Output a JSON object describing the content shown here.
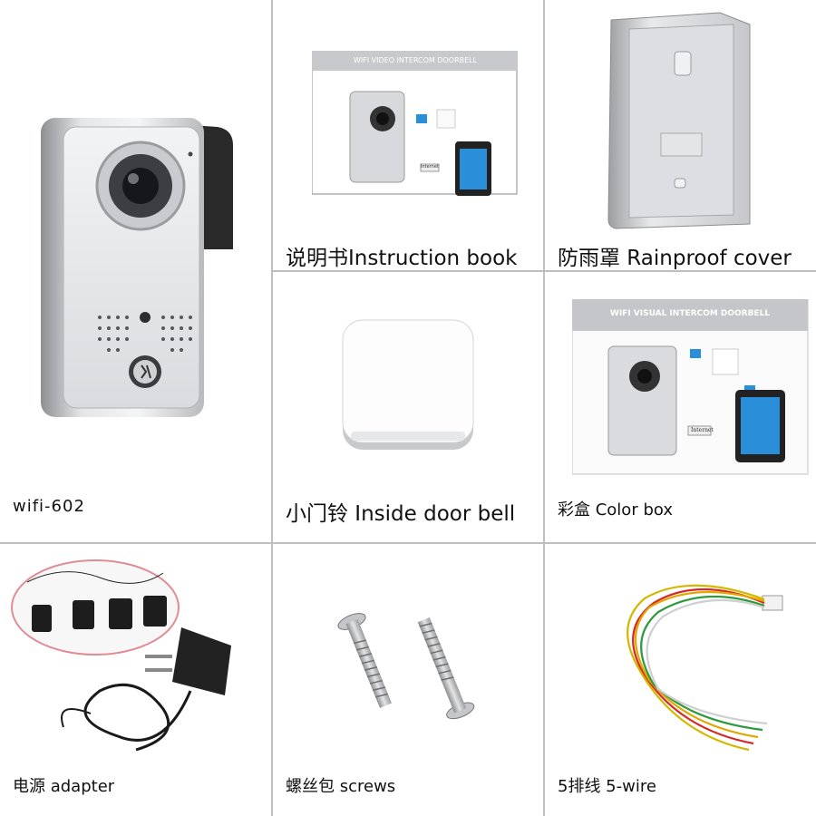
{
  "items": [
    {
      "caption": "wifi-602",
      "icon": "doorbell-unit"
    },
    {
      "caption": "说明书Instruction book",
      "icon": "instruction-book",
      "image_text": "WIFI  VIDEO  INTERCOM DOORBELL",
      "sticker_text": "Internet"
    },
    {
      "caption": "防雨罩 Rainproof cover",
      "icon": "rainproof-cover"
    },
    {
      "caption": "小门铃 Inside door bell",
      "icon": "inside-door-bell"
    },
    {
      "caption": "彩盒 Color box",
      "icon": "color-box",
      "box_title": "WIFI VISUAL INTERCOM DOORBELL",
      "sticker_text": "Internet"
    },
    {
      "caption": "电源 adapter",
      "icon": "power-adapter"
    },
    {
      "caption": "螺丝包 screws",
      "icon": "screws"
    },
    {
      "caption": "5排线 5-wire",
      "icon": "five-wire-cable"
    }
  ],
  "colors": {
    "border": "#bfbfbf",
    "accent_blue": "#2a8fd8",
    "wire": [
      "#d62828",
      "#e0a800",
      "#2e9a3e",
      "#e6e6e6",
      "#d4b800"
    ]
  }
}
